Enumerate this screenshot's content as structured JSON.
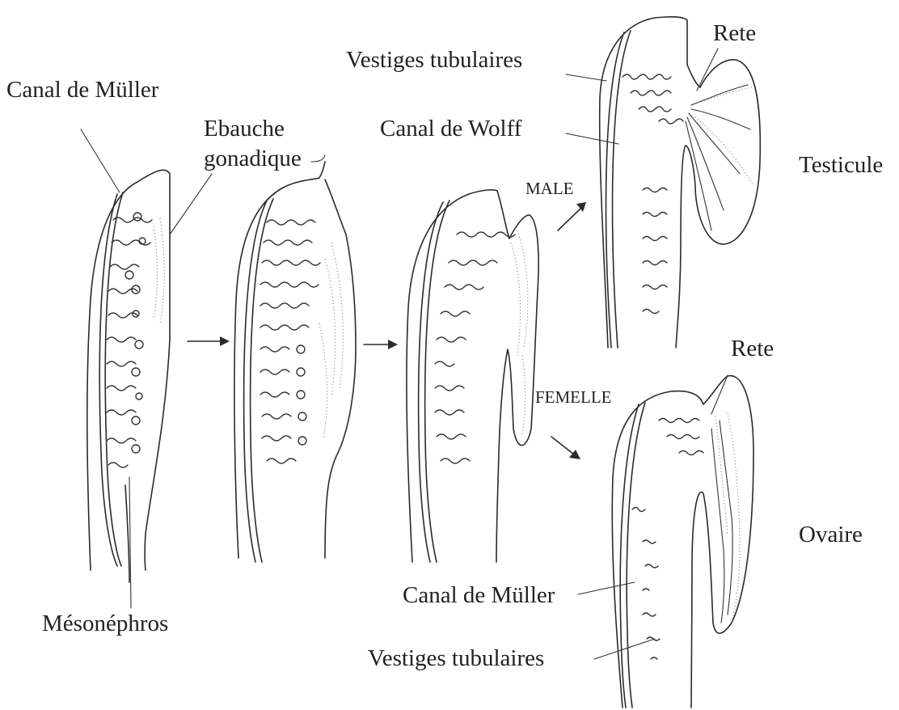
{
  "labels": {
    "canal_muller_top": "Canal de Müller",
    "ebauche_line1": "Ebauche",
    "ebauche_line2": "gonadique",
    "mesonephros": "Mésonéphros",
    "vestiges_top": "Vestiges tubulaires",
    "rete_top": "Rete",
    "canal_wolff": "Canal de Wolff",
    "testicule": "Testicule",
    "male": "MALE",
    "femelle": "FEMELLE",
    "rete_bottom": "Rete",
    "ovaire": "Ovaire",
    "canal_muller_bottom": "Canal de Müller",
    "vestiges_bottom": "Vestiges tubulaires"
  }
}
